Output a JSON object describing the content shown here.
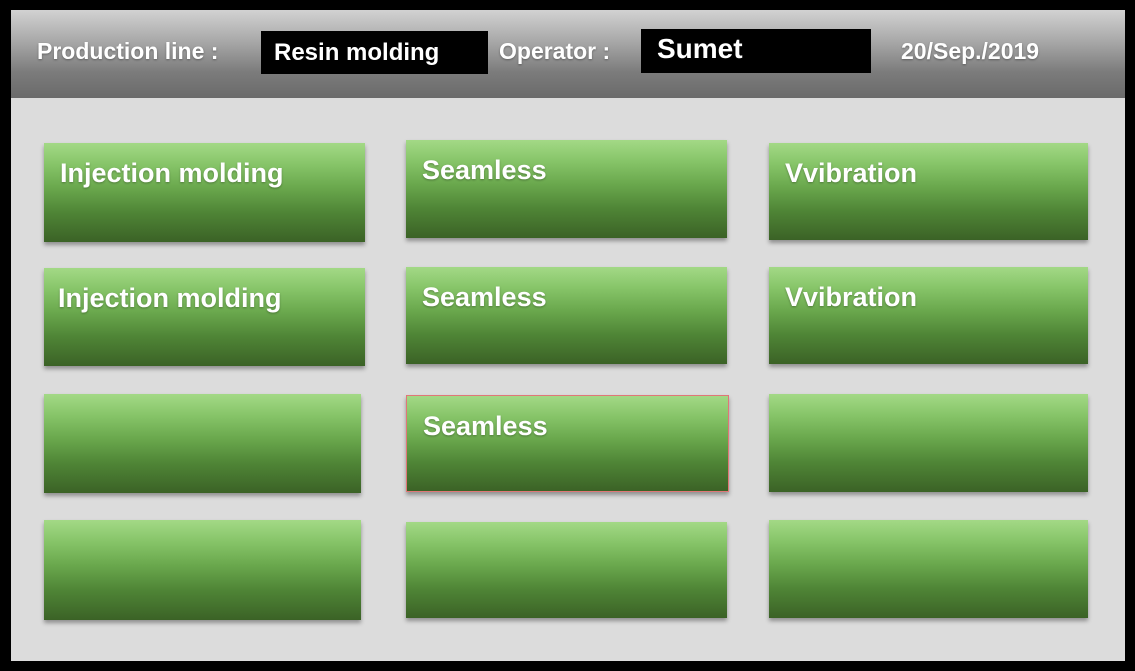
{
  "header": {
    "production_line_label": "Production line :",
    "production_line_value": "Resin molding",
    "operator_label": "Operator :",
    "operator_value": "Sumet",
    "date": "20/Sep./2019"
  },
  "grid": {
    "buttons": [
      {
        "label": "Injection molding",
        "selected": false
      },
      {
        "label": "Seamless",
        "selected": false
      },
      {
        "label": "Vvibration",
        "selected": false
      },
      {
        "label": "Injection molding",
        "selected": false
      },
      {
        "label": "Seamless",
        "selected": false
      },
      {
        "label": "Vvibration",
        "selected": false
      },
      {
        "label": "",
        "selected": false
      },
      {
        "label": "Seamless",
        "selected": true
      },
      {
        "label": "",
        "selected": false
      },
      {
        "label": "",
        "selected": false
      },
      {
        "label": "",
        "selected": false
      },
      {
        "label": "",
        "selected": false
      }
    ]
  },
  "colors": {
    "frame": "#000000",
    "background": "#dcdcdc",
    "button_top": "#a3d986",
    "button_bottom": "#3b6226",
    "selected_outline": "#e07777"
  }
}
